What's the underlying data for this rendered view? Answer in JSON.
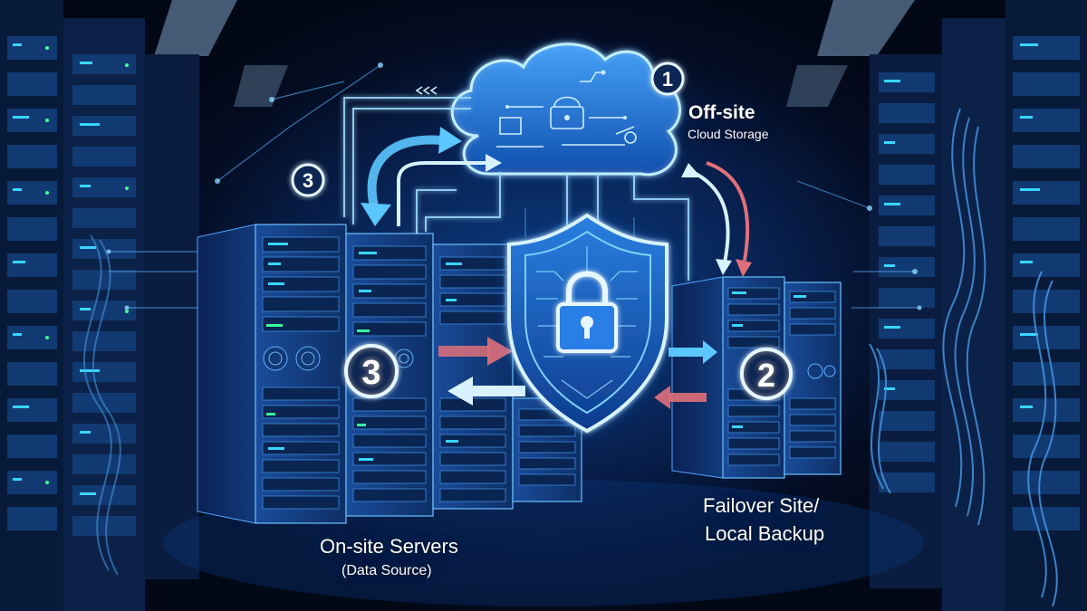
{
  "labels": {
    "offsite_title": "Off-site",
    "offsite_subtitle": "Cloud Storage",
    "onsite_title": "On-site Servers",
    "onsite_subtitle": "(Data Source)",
    "failover_line1": "Failover Site/",
    "failover_line2": "Local Backup"
  },
  "badges": {
    "cloud": "1",
    "failover": "2",
    "onsite": "3",
    "onsite_top": "3"
  },
  "icons": [
    "cloud-icon",
    "shield-icon",
    "padlock-icon",
    "arrow-icon",
    "server-rack-icon"
  ],
  "colors": {
    "glow": "#6fd3ff",
    "accent_blue": "#2aa8ff",
    "accent_red": "#e0707a",
    "background": "#040b1c"
  }
}
